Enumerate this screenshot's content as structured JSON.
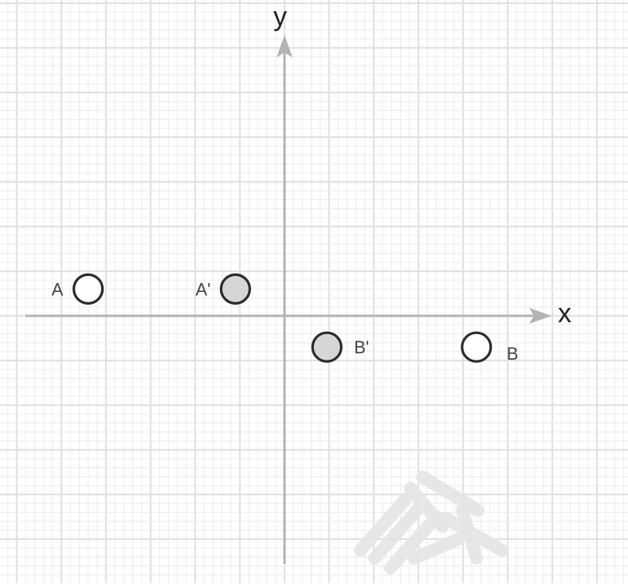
{
  "axes": {
    "x_label": "x",
    "y_label": "y"
  },
  "points": [
    {
      "id": "A",
      "label": "A",
      "x": -4.4,
      "y": 0.6,
      "style": "hollow"
    },
    {
      "id": "A2",
      "label": "A'",
      "x": -1.1,
      "y": 0.6,
      "style": "filled"
    },
    {
      "id": "B2",
      "label": "B'",
      "x": 0.95,
      "y": -0.7,
      "style": "filled"
    },
    {
      "id": "B",
      "label": "B",
      "x": 4.3,
      "y": -0.7,
      "style": "hollow"
    }
  ],
  "colors": {
    "grid_minor": "#eeeeee",
    "grid_major": "#e2e2e2",
    "axis": "#b3b3b3",
    "point_stroke": "#2b2b2b",
    "point_fill_filled": "#d6d6d6",
    "point_fill_hollow": "#ffffff",
    "watermark": "#e4e4e4"
  }
}
